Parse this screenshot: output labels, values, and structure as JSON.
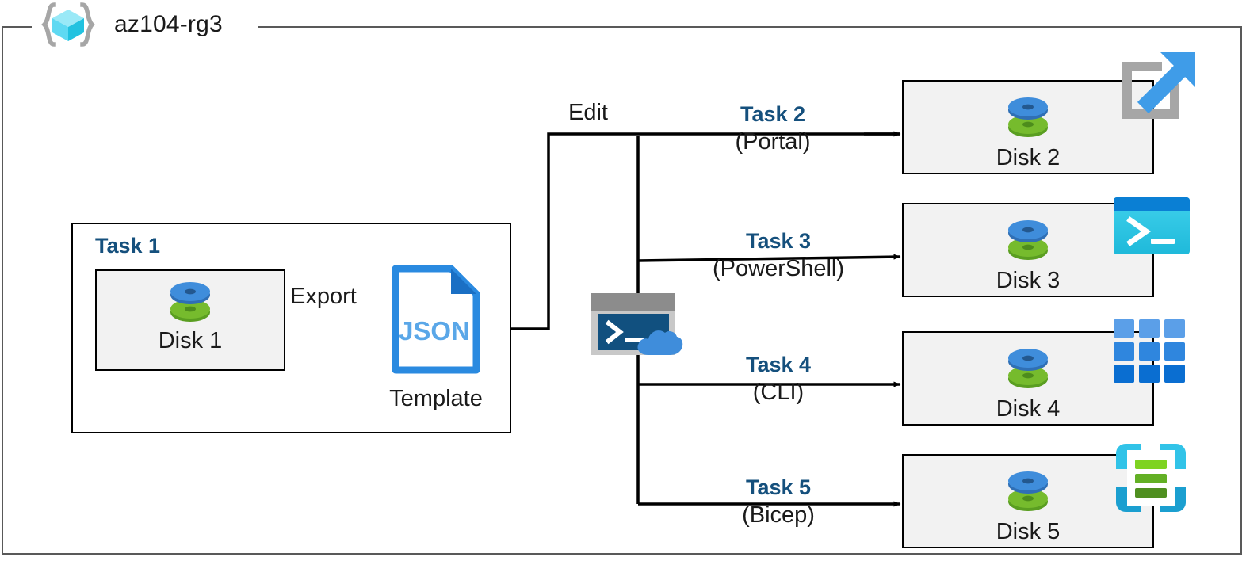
{
  "resource_group": {
    "name": "az104-rg3",
    "icon": "resource-group-cube-icon"
  },
  "task1": {
    "title": "Task 1",
    "disk": {
      "label": "Disk 1",
      "icon": "managed-disk-icon"
    },
    "export_label": "Export",
    "template": {
      "file_type": "JSON",
      "label": "Template",
      "icon": "json-file-icon"
    }
  },
  "edit": {
    "label": "Edit",
    "tool_icon": "cloud-shell-icon"
  },
  "flows": [
    {
      "task": "Task 2",
      "method": "(Portal)",
      "disk": "Disk 2",
      "disk_icon": "managed-disk-icon",
      "tech_icon": "azure-portal-icon"
    },
    {
      "task": "Task 3",
      "method": "(PowerShell)",
      "disk": "Disk 3",
      "disk_icon": "managed-disk-icon",
      "tech_icon": "powershell-icon"
    },
    {
      "task": "Task 4",
      "method": "(CLI)",
      "disk": "Disk 4",
      "disk_icon": "managed-disk-icon",
      "tech_icon": "azure-cli-icon"
    },
    {
      "task": "Task 5",
      "method": "(Bicep)",
      "disk": "Disk 5",
      "disk_icon": "managed-disk-icon",
      "tech_icon": "bicep-icon"
    }
  ],
  "colors": {
    "task_blue": "#15507d",
    "frame_gray": "#595959",
    "card_fill": "#f2f2f2",
    "card_stroke": "#000000",
    "disk_blue": "#3f8ddb",
    "disk_green": "#6cb22e",
    "json_blue": "#2a8ae0",
    "cyan": "#31c3e8",
    "connector": "#000000"
  }
}
